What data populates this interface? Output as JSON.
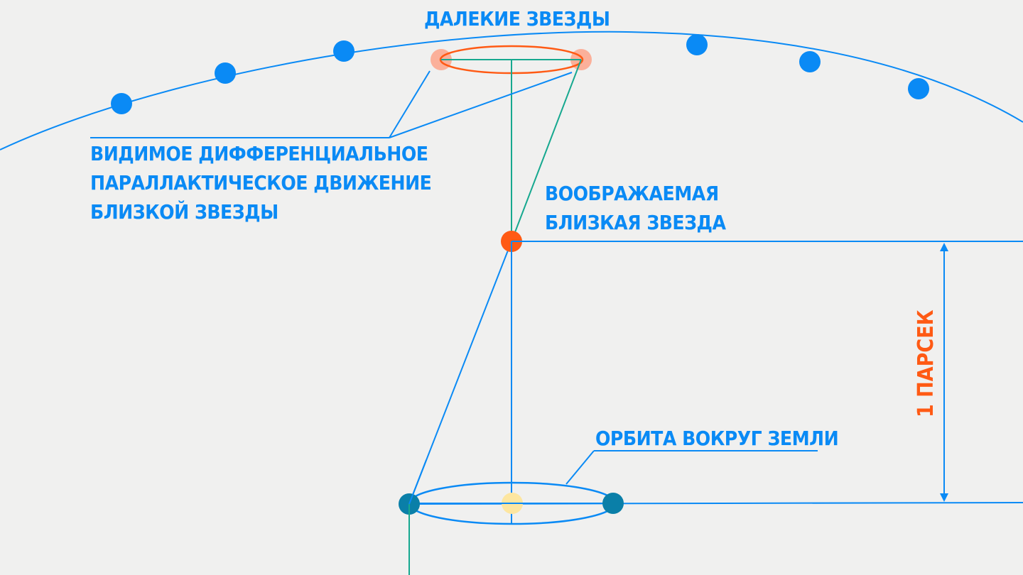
{
  "diagram": {
    "title": "Parallax diagram",
    "labels": {
      "distant_stars": "ДАЛЕКИЕ ЗВЕЗДЫ",
      "apparent_motion": [
        "ВИДИМОЕ ДИФФЕРЕНЦИАЛЬНОЕ",
        "ПАРАЛЛАКТИЧЕСКОЕ ДВИЖЕНИЕ",
        "БЛИЗКОЙ ЗВЕЗДЫ"
      ],
      "near_star": [
        "ВООБРАЖАЕМАЯ",
        "БЛИЗКАЯ ЗВЕЗДА"
      ],
      "orbit": "ОРБИТА ВОКРУГ ЗЕМЛИ",
      "distance": "1 ПАРСЕК"
    },
    "colors": {
      "background": "#f0f0ef",
      "primary_blue": "#0a8af5",
      "near_star": "#ff5a14",
      "apparent_positions": "#fbb09a",
      "sight_lines": "#16a88f",
      "earth": "#0a7fa8",
      "sun": "#fde6a0"
    }
  }
}
